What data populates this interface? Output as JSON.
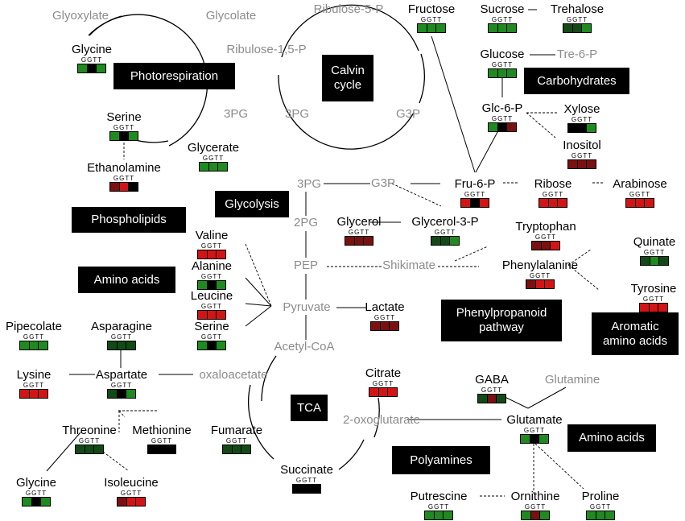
{
  "colors": {
    "green": "#1f8a1f",
    "dark_green": "#124a16",
    "black": "#000000",
    "red": "#d21414",
    "dark_red": "#7a1010",
    "gray_label": "#8c8c8c"
  },
  "heatmap_column_header": "GGTT",
  "pathway_labels": [
    {
      "id": "photorespiration",
      "text": "Photorespiration"
    },
    {
      "id": "calvin",
      "text": "Calvin\ncycle"
    },
    {
      "id": "carbohydrates",
      "text": "Carbohydrates"
    },
    {
      "id": "glycolysis",
      "text": "Glycolysis"
    },
    {
      "id": "phospholipids",
      "text": "Phospholipids"
    },
    {
      "id": "amino-acids-left",
      "text": "Amino acids"
    },
    {
      "id": "phenylpropanoid",
      "text": "Phenylpropanoid\npathway"
    },
    {
      "id": "aromatic",
      "text": "Aromatic\namino acids"
    },
    {
      "id": "tca",
      "text": "TCA"
    },
    {
      "id": "amino-acids-right",
      "text": "Amino acids"
    },
    {
      "id": "polyamines",
      "text": "Polyamines"
    }
  ],
  "metabolites": [
    {
      "id": "glyoxylate",
      "label": "Glyoxylate",
      "measured": false
    },
    {
      "id": "glycolate",
      "label": "Glycolate",
      "measured": false
    },
    {
      "id": "ribulose-5-p",
      "label": "Ribulose-5-P",
      "measured": false
    },
    {
      "id": "ribulose-15-p",
      "label": "Ribulose-1,5-P",
      "measured": false
    },
    {
      "id": "glycine-top",
      "label": "Glycine",
      "measured": true,
      "cells": [
        "green",
        "black",
        "green"
      ]
    },
    {
      "id": "serine-top",
      "label": "Serine",
      "measured": true,
      "cells": [
        "green",
        "black",
        "green"
      ]
    },
    {
      "id": "3pg-a",
      "label": "3PG",
      "measured": false
    },
    {
      "id": "3pg-b",
      "label": "3PG",
      "measured": false
    },
    {
      "id": "g3p-calvin",
      "label": "G3P",
      "measured": false
    },
    {
      "id": "glycerate",
      "label": "Glycerate",
      "measured": true,
      "cells": [
        "green",
        "green",
        "green"
      ]
    },
    {
      "id": "ethanolamine",
      "label": "Ethanolamine",
      "measured": true,
      "cells": [
        "dark_red",
        "red",
        "black"
      ]
    },
    {
      "id": "fructose",
      "label": "Fructose",
      "measured": true,
      "cells": [
        "green",
        "green",
        "green"
      ]
    },
    {
      "id": "sucrose",
      "label": "Sucrose",
      "measured": true,
      "cells": [
        "green",
        "green",
        "green"
      ]
    },
    {
      "id": "trehalose",
      "label": "Trehalose",
      "measured": true,
      "cells": [
        "dark_green",
        "dark_green",
        "green"
      ]
    },
    {
      "id": "glucose",
      "label": "Glucose",
      "measured": true,
      "cells": [
        "green",
        "green",
        "green"
      ]
    },
    {
      "id": "tre-6-p",
      "label": "Tre-6-P",
      "measured": false
    },
    {
      "id": "glc-6-p",
      "label": "Glc-6-P",
      "measured": true,
      "cells": [
        "green",
        "black",
        "dark_red"
      ]
    },
    {
      "id": "xylose",
      "label": "Xylose",
      "measured": true,
      "cells": [
        "black",
        "black",
        "green"
      ]
    },
    {
      "id": "inositol",
      "label": "Inositol",
      "measured": true,
      "cells": [
        "dark_red",
        "dark_red",
        "dark_red"
      ]
    },
    {
      "id": "3pg-glyc",
      "label": "3PG",
      "measured": false
    },
    {
      "id": "g3p-glyc",
      "label": "G3P",
      "measured": false
    },
    {
      "id": "fru-6-p",
      "label": "Fru-6-P",
      "measured": true,
      "cells": [
        "red",
        "black",
        "red"
      ]
    },
    {
      "id": "ribose",
      "label": "Ribose",
      "measured": true,
      "cells": [
        "red",
        "red",
        "red"
      ]
    },
    {
      "id": "arabinose",
      "label": "Arabinose",
      "measured": true,
      "cells": [
        "red",
        "red",
        "red"
      ]
    },
    {
      "id": "2pg",
      "label": "2PG",
      "measured": false
    },
    {
      "id": "glycerol",
      "label": "Glycerol",
      "measured": true,
      "cells": [
        "dark_red",
        "dark_red",
        "dark_red"
      ]
    },
    {
      "id": "glycerol-3-p",
      "label": "Glycerol-3-P",
      "measured": true,
      "cells": [
        "dark_green",
        "dark_green",
        "green"
      ]
    },
    {
      "id": "tryptophan",
      "label": "Tryptophan",
      "measured": true,
      "cells": [
        "dark_red",
        "dark_red",
        "red"
      ]
    },
    {
      "id": "valine",
      "label": "Valine",
      "measured": true,
      "cells": [
        "red",
        "red",
        "red"
      ]
    },
    {
      "id": "pep",
      "label": "PEP",
      "measured": false
    },
    {
      "id": "shikimate",
      "label": "Shikimate",
      "measured": false
    },
    {
      "id": "phenylalanine",
      "label": "Phenylalanine",
      "measured": true,
      "cells": [
        "dark_red",
        "red",
        "red"
      ]
    },
    {
      "id": "quinate",
      "label": "Quinate",
      "measured": true,
      "cells": [
        "dark_green",
        "green",
        "dark_green"
      ]
    },
    {
      "id": "tyrosine",
      "label": "Tyrosine",
      "measured": true,
      "cells": [
        "red",
        "red",
        "red"
      ]
    },
    {
      "id": "alanine",
      "label": "Alanine",
      "measured": true,
      "cells": [
        "green",
        "black",
        "green"
      ]
    },
    {
      "id": "leucine",
      "label": "Leucine",
      "measured": true,
      "cells": [
        "red",
        "red",
        "red"
      ]
    },
    {
      "id": "pyruvate",
      "label": "Pyruvate",
      "measured": false
    },
    {
      "id": "lactate",
      "label": "Lactate",
      "measured": true,
      "cells": [
        "dark_red",
        "dark_red",
        "dark_red"
      ]
    },
    {
      "id": "serine-mid",
      "label": "Serine",
      "measured": true,
      "cells": [
        "green",
        "black",
        "green"
      ]
    },
    {
      "id": "acetyl-coa",
      "label": "Acetyl-CoA",
      "measured": false
    },
    {
      "id": "pipecolate",
      "label": "Pipecolate",
      "measured": true,
      "cells": [
        "green",
        "green",
        "green"
      ]
    },
    {
      "id": "asparagine",
      "label": "Asparagine",
      "measured": true,
      "cells": [
        "dark_green",
        "dark_green",
        "dark_green"
      ]
    },
    {
      "id": "citrate",
      "label": "Citrate",
      "measured": true,
      "cells": [
        "red",
        "red",
        "red"
      ]
    },
    {
      "id": "lysine",
      "label": "Lysine",
      "measured": true,
      "cells": [
        "red",
        "red",
        "red"
      ]
    },
    {
      "id": "aspartate",
      "label": "Aspartate",
      "measured": true,
      "cells": [
        "dark_green",
        "black",
        "green"
      ]
    },
    {
      "id": "oxaloacetate",
      "label": "oxaloacetate",
      "measured": false
    },
    {
      "id": "gaba",
      "label": "GABA",
      "measured": true,
      "cells": [
        "dark_green",
        "dark_red",
        "dark_green"
      ]
    },
    {
      "id": "glutamine",
      "label": "Glutamine",
      "measured": false
    },
    {
      "id": "2-oxoglutarate",
      "label": "2-oxoglutarate",
      "measured": false
    },
    {
      "id": "threonine",
      "label": "Threonine",
      "measured": true,
      "cells": [
        "dark_green",
        "dark_green",
        "dark_green"
      ]
    },
    {
      "id": "methionine",
      "label": "Methionine",
      "measured": true,
      "cells": [
        "black",
        "black",
        "black"
      ]
    },
    {
      "id": "fumarate",
      "label": "Fumarate",
      "measured": true,
      "cells": [
        "dark_green",
        "dark_green",
        "dark_green"
      ]
    },
    {
      "id": "glutamate",
      "label": "Glutamate",
      "measured": true,
      "cells": [
        "green",
        "black",
        "green"
      ]
    },
    {
      "id": "succinate",
      "label": "Succinate",
      "measured": true,
      "cells": [
        "black",
        "black",
        "black"
      ]
    },
    {
      "id": "glycine-bottom",
      "label": "Glycine",
      "measured": true,
      "cells": [
        "green",
        "black",
        "green"
      ]
    },
    {
      "id": "isoleucine",
      "label": "Isoleucine",
      "measured": true,
      "cells": [
        "dark_red",
        "red",
        "red"
      ]
    },
    {
      "id": "putrescine",
      "label": "Putrescine",
      "measured": true,
      "cells": [
        "green",
        "green",
        "green"
      ]
    },
    {
      "id": "ornithine",
      "label": "Ornithine",
      "measured": true,
      "cells": [
        "green",
        "dark_red",
        "green"
      ]
    },
    {
      "id": "proline",
      "label": "Proline",
      "measured": true,
      "cells": [
        "green",
        "green",
        "green"
      ]
    }
  ]
}
